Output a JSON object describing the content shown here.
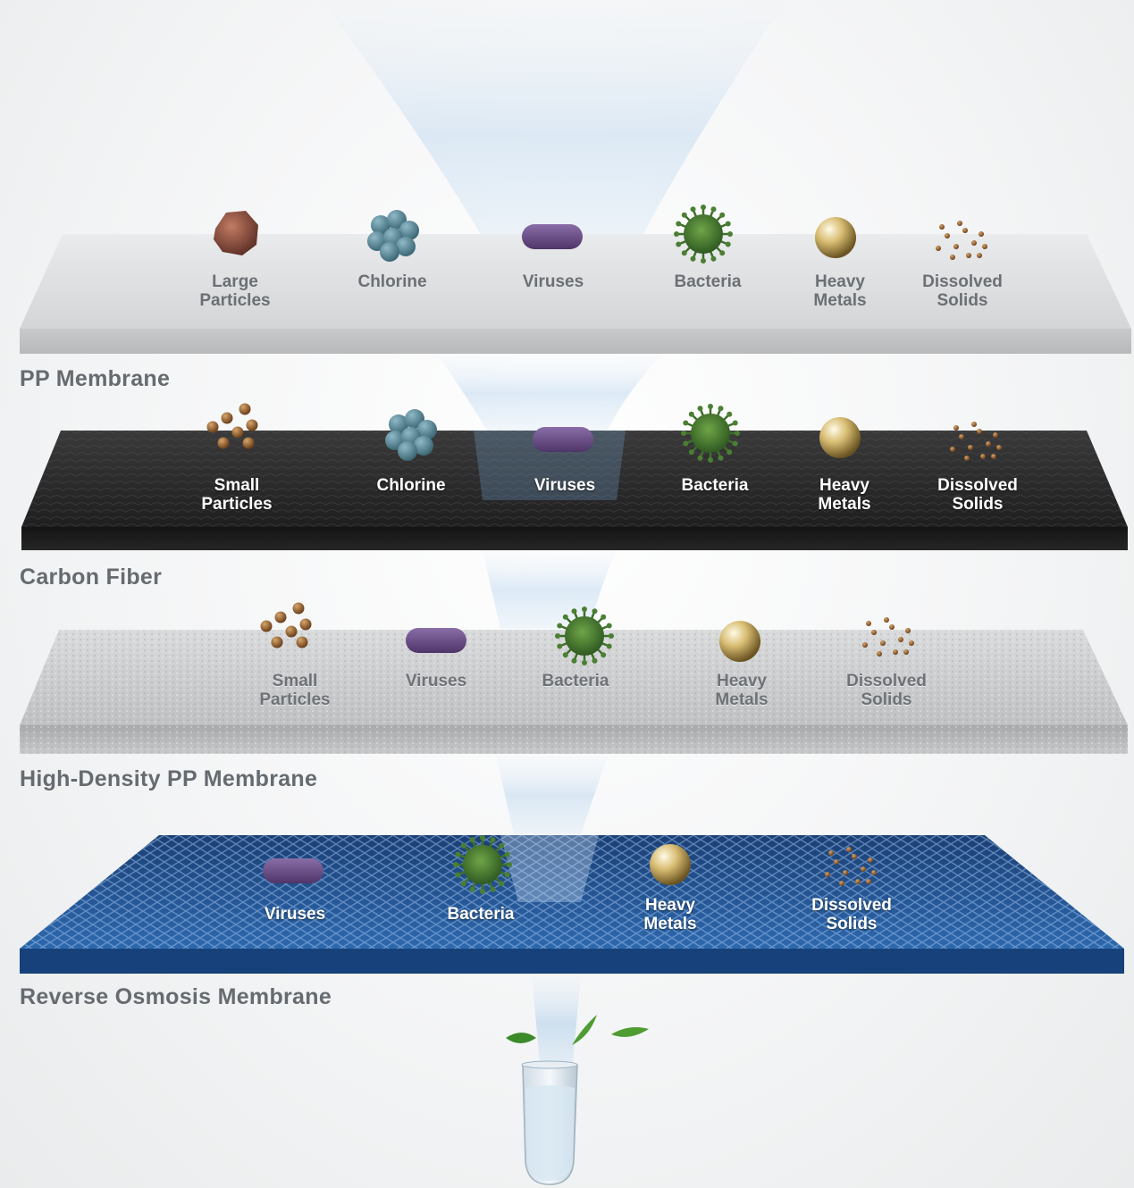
{
  "layers": [
    {
      "title": "PP Membrane",
      "items": [
        {
          "label": "Large\nParticles",
          "icon": "large-particle-icon"
        },
        {
          "label": "Chlorine",
          "icon": "chlorine-icon"
        },
        {
          "label": "Viruses",
          "icon": "virus-icon"
        },
        {
          "label": "Bacteria",
          "icon": "bacteria-icon"
        },
        {
          "label": "Heavy\nMetals",
          "icon": "heavy-metal-icon"
        },
        {
          "label": "Dissolved\nSolids",
          "icon": "dissolved-solids-icon"
        }
      ]
    },
    {
      "title": "Carbon Fiber",
      "items": [
        {
          "label": "Small\nParticles",
          "icon": "small-particles-icon"
        },
        {
          "label": "Chlorine",
          "icon": "chlorine-icon"
        },
        {
          "label": "Viruses",
          "icon": "virus-icon"
        },
        {
          "label": "Bacteria",
          "icon": "bacteria-icon"
        },
        {
          "label": "Heavy\nMetals",
          "icon": "heavy-metal-icon"
        },
        {
          "label": "Dissolved\nSolids",
          "icon": "dissolved-solids-icon"
        }
      ]
    },
    {
      "title": "High-Density PP Membrane",
      "items": [
        {
          "label": "Small\nParticles",
          "icon": "small-particles-icon"
        },
        {
          "label": "Viruses",
          "icon": "virus-icon"
        },
        {
          "label": "Bacteria",
          "icon": "bacteria-icon"
        },
        {
          "label": "Heavy\nMetals",
          "icon": "heavy-metal-icon"
        },
        {
          "label": "Dissolved\nSolids",
          "icon": "dissolved-solids-icon"
        }
      ]
    },
    {
      "title": "Reverse Osmosis Membrane",
      "items": [
        {
          "label": "Viruses",
          "icon": "virus-icon"
        },
        {
          "label": "Bacteria",
          "icon": "bacteria-icon"
        },
        {
          "label": "Heavy\nMetals",
          "icon": "heavy-metal-icon"
        },
        {
          "label": "Dissolved\nSolids",
          "icon": "dissolved-solids-icon"
        }
      ]
    }
  ],
  "colors": {
    "pp_membrane": "#dcdedf",
    "carbon_fiber": "#2b2b2c",
    "high_density": "#cfd1d2",
    "reverse_osmosis": "#1f4c86",
    "water": "#bfd9ef",
    "title_text": "#666b70"
  }
}
